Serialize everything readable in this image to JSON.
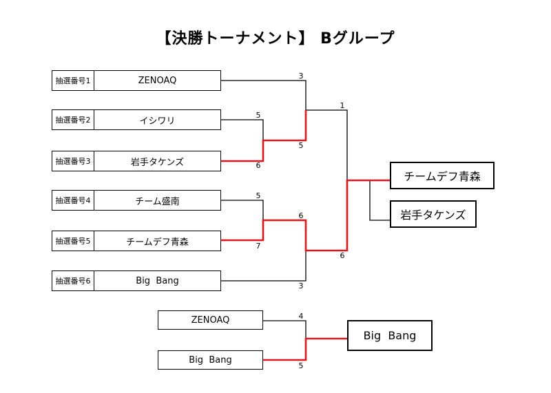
{
  "title": "【決勝トーナメント】 Bグループ",
  "main_bracket": {
    "entries": [
      {
        "lot": "抽選番号1",
        "team": "ZENOAQ"
      },
      {
        "lot": "抽選番号2",
        "team": "イシワリ"
      },
      {
        "lot": "抽選番号3",
        "team": "岩手タケンズ"
      },
      {
        "lot": "抽選番号4",
        "team": "チーム盛南"
      },
      {
        "lot": "抽選番号5",
        "team": "チームデフ青森"
      },
      {
        "lot": "抽選番号6",
        "team": "Big  Bang"
      }
    ],
    "scores": {
      "m1_t2": "5",
      "m1_t3": "6",
      "m2_t4": "5",
      "m2_t5": "7",
      "sf1_t1": "3",
      "sf1_w1": "5",
      "sf2_w2": "6",
      "sf2_t6": "3",
      "f_top": "1",
      "f_bottom": "6"
    },
    "winner": "チームデフ青森",
    "runner_up": "岩手タケンズ"
  },
  "third_place": {
    "team_top": "ZENOAQ",
    "team_bottom": "Big  Bang",
    "score_top": "4",
    "score_bottom": "5",
    "winner": "Big  Bang"
  },
  "colors": {
    "line": "#000000",
    "winner_path": "#e8141c"
  }
}
